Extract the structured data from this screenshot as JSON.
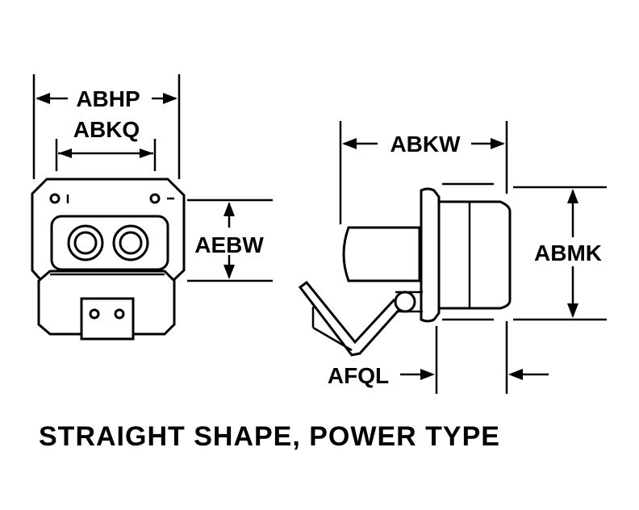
{
  "caption": "STRAIGHT SHAPE, POWER TYPE",
  "labels": {
    "abhp": "ABHP",
    "abkq": "ABKQ",
    "aebw": "AEBW",
    "abkw": "ABKW",
    "abmk": "ABMK",
    "afql": "AFQL"
  },
  "colors": {
    "ink": "#000000",
    "background": "#ffffff"
  }
}
